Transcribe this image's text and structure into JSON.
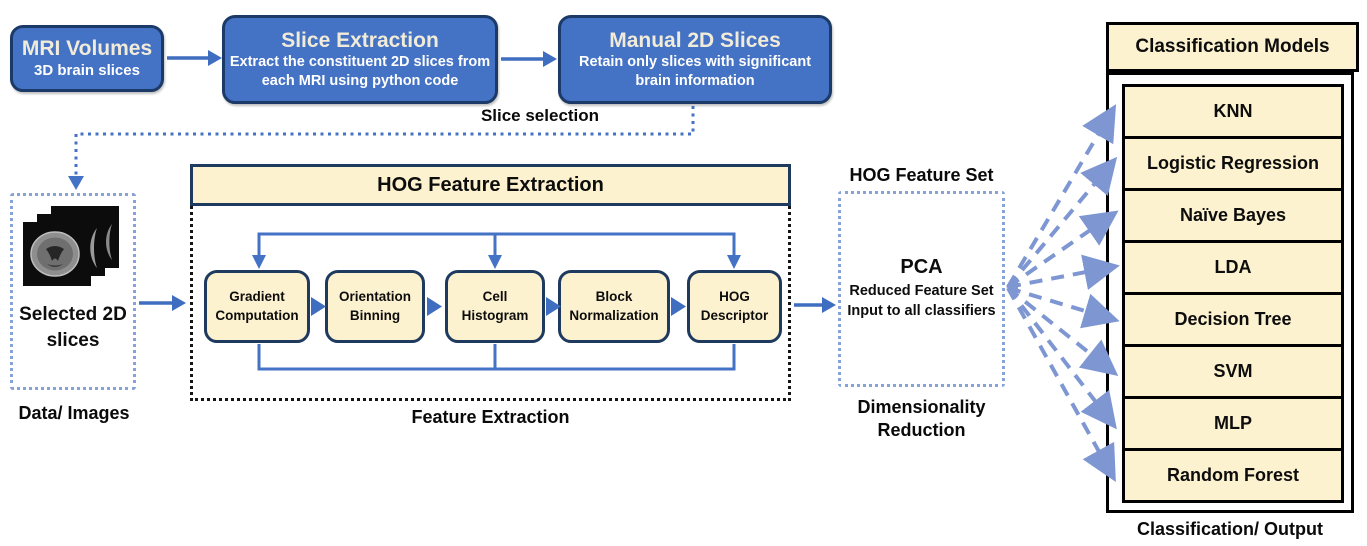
{
  "diagram_title": "MRI HOG-PCA classification pipeline",
  "colors": {
    "node_blue": "#4472C4",
    "node_blue_border": "#1B3A68",
    "node_title_cream": "#F1EBD9",
    "cream_fill": "#FDF2CF",
    "cream_border_navy": "#1E3A5F",
    "black_border": "#000000",
    "solid_arrow_blue": "#3F6DC0",
    "fan_arrow_blue": "#7E97D2",
    "dotted_box_blue": "#87A2D8"
  },
  "pipeline": {
    "mri_volumes": {
      "title": "MRI Volumes",
      "subtitle": "3D brain slices"
    },
    "slice_extraction": {
      "title": "Slice Extraction",
      "subtitle": "Extract the constituent 2D slices from each MRI using python code"
    },
    "manual_2d_slices": {
      "title": "Manual 2D Slices",
      "subtitle": "Retain only slices with significant brain information"
    },
    "slice_selection_label": "Slice selection"
  },
  "data_images": {
    "box_label": "Selected 2D slices",
    "caption": "Data/ Images",
    "icon": "mri-brain-slice-stack"
  },
  "feature_extraction": {
    "header": "HOG Feature Extraction",
    "steps": [
      "Gradient Computation",
      "Orientation Binning",
      "Cell Histogram",
      "Block Normalization",
      "HOG Descriptor"
    ],
    "caption": "Feature Extraction"
  },
  "pca": {
    "header": "HOG Feature  Set",
    "title": "PCA",
    "line1": "Reduced Feature Set",
    "line2": "Input to all classifiers",
    "caption": "Dimensionality Reduction"
  },
  "classification": {
    "header": "Classification Models",
    "models": [
      "KNN",
      "Logistic Regression",
      "Naïve Bayes",
      "LDA",
      "Decision Tree",
      "SVM",
      "MLP",
      "Random Forest"
    ],
    "caption": "Classification/  Output"
  }
}
